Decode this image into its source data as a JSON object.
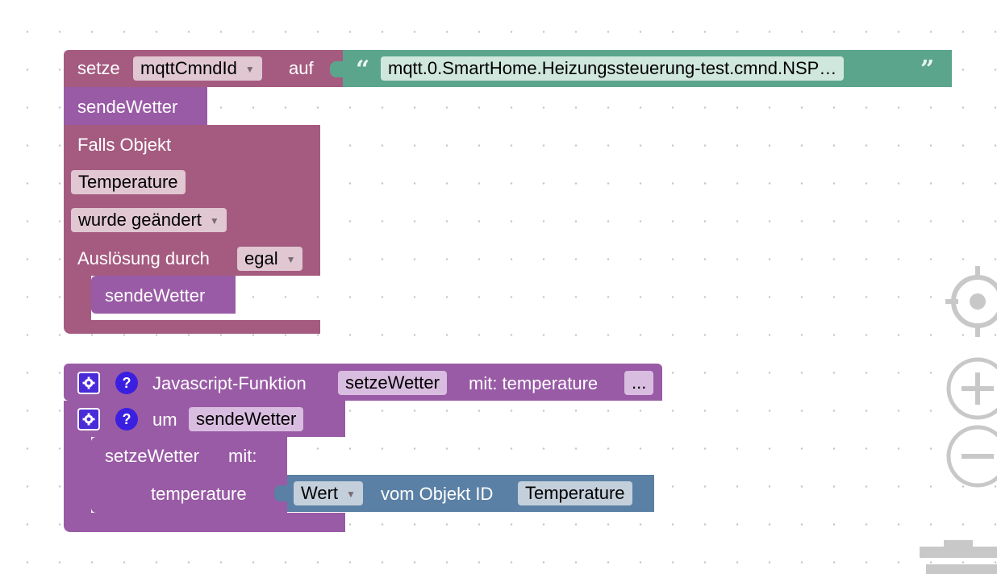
{
  "block_set": {
    "keyword": "setze",
    "variable": "mqttCmndId",
    "connector": "auf",
    "value": "mqtt.0.SmartHome.Heizungssteuerung-test.cmnd.NSP…"
  },
  "block_call_top": {
    "label": "sendeWetter"
  },
  "trigger": {
    "line1": "Falls Objekt",
    "object": "Temperature",
    "condition": "wurde geändert",
    "trigger_label": "Auslösung durch",
    "trigger_value": "egal",
    "inner_call": "sendeWetter"
  },
  "js_function": {
    "label": "Javascript-Funktion",
    "name": "setzeWetter",
    "params": "mit: temperature",
    "more": "..."
  },
  "procedure": {
    "keyword": "um",
    "name": "sendeWetter",
    "call_name": "setzeWetter",
    "call_with": "mit:",
    "arg_name": "temperature",
    "value_field": "Wert",
    "value_label": "vom Objekt ID",
    "value_object": "Temperature"
  },
  "icons": {
    "gear": "gear-icon",
    "help": "help-icon",
    "help_glyph": "?",
    "quote_open": "“",
    "quote_close": "”",
    "dropdown": "▼"
  },
  "colors": {
    "variables_block": "#a55b80",
    "procedure_block": "#995ba5",
    "string_block": "#5ba58c",
    "value_block": "#5b80a5"
  }
}
